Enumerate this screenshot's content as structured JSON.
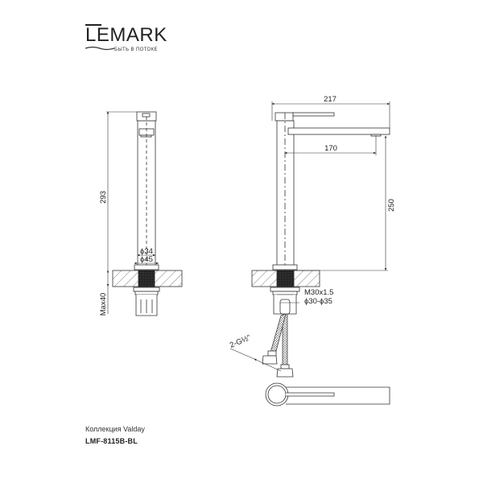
{
  "brand": {
    "name": "LEMARK",
    "tagline": "БЫТЬ В ПОТОКЕ"
  },
  "drawing": {
    "front_view": {
      "height_dim": "293",
      "inner_dia": "ϕ34",
      "outer_dia": "ϕ45",
      "max_thickness": "Max40"
    },
    "side_view": {
      "total_length": "217",
      "spout_reach": "170",
      "spout_height": "250",
      "thread": "M30x1.5",
      "hole_dia": "ϕ30-ϕ35",
      "hose_connection": "2-G½\""
    }
  },
  "footer": {
    "collection": "Коллекция Valday",
    "model": "LMF-8115B-BL"
  },
  "colors": {
    "line": "#333333",
    "fill_dark": "#1a1a1a",
    "background": "#ffffff"
  }
}
